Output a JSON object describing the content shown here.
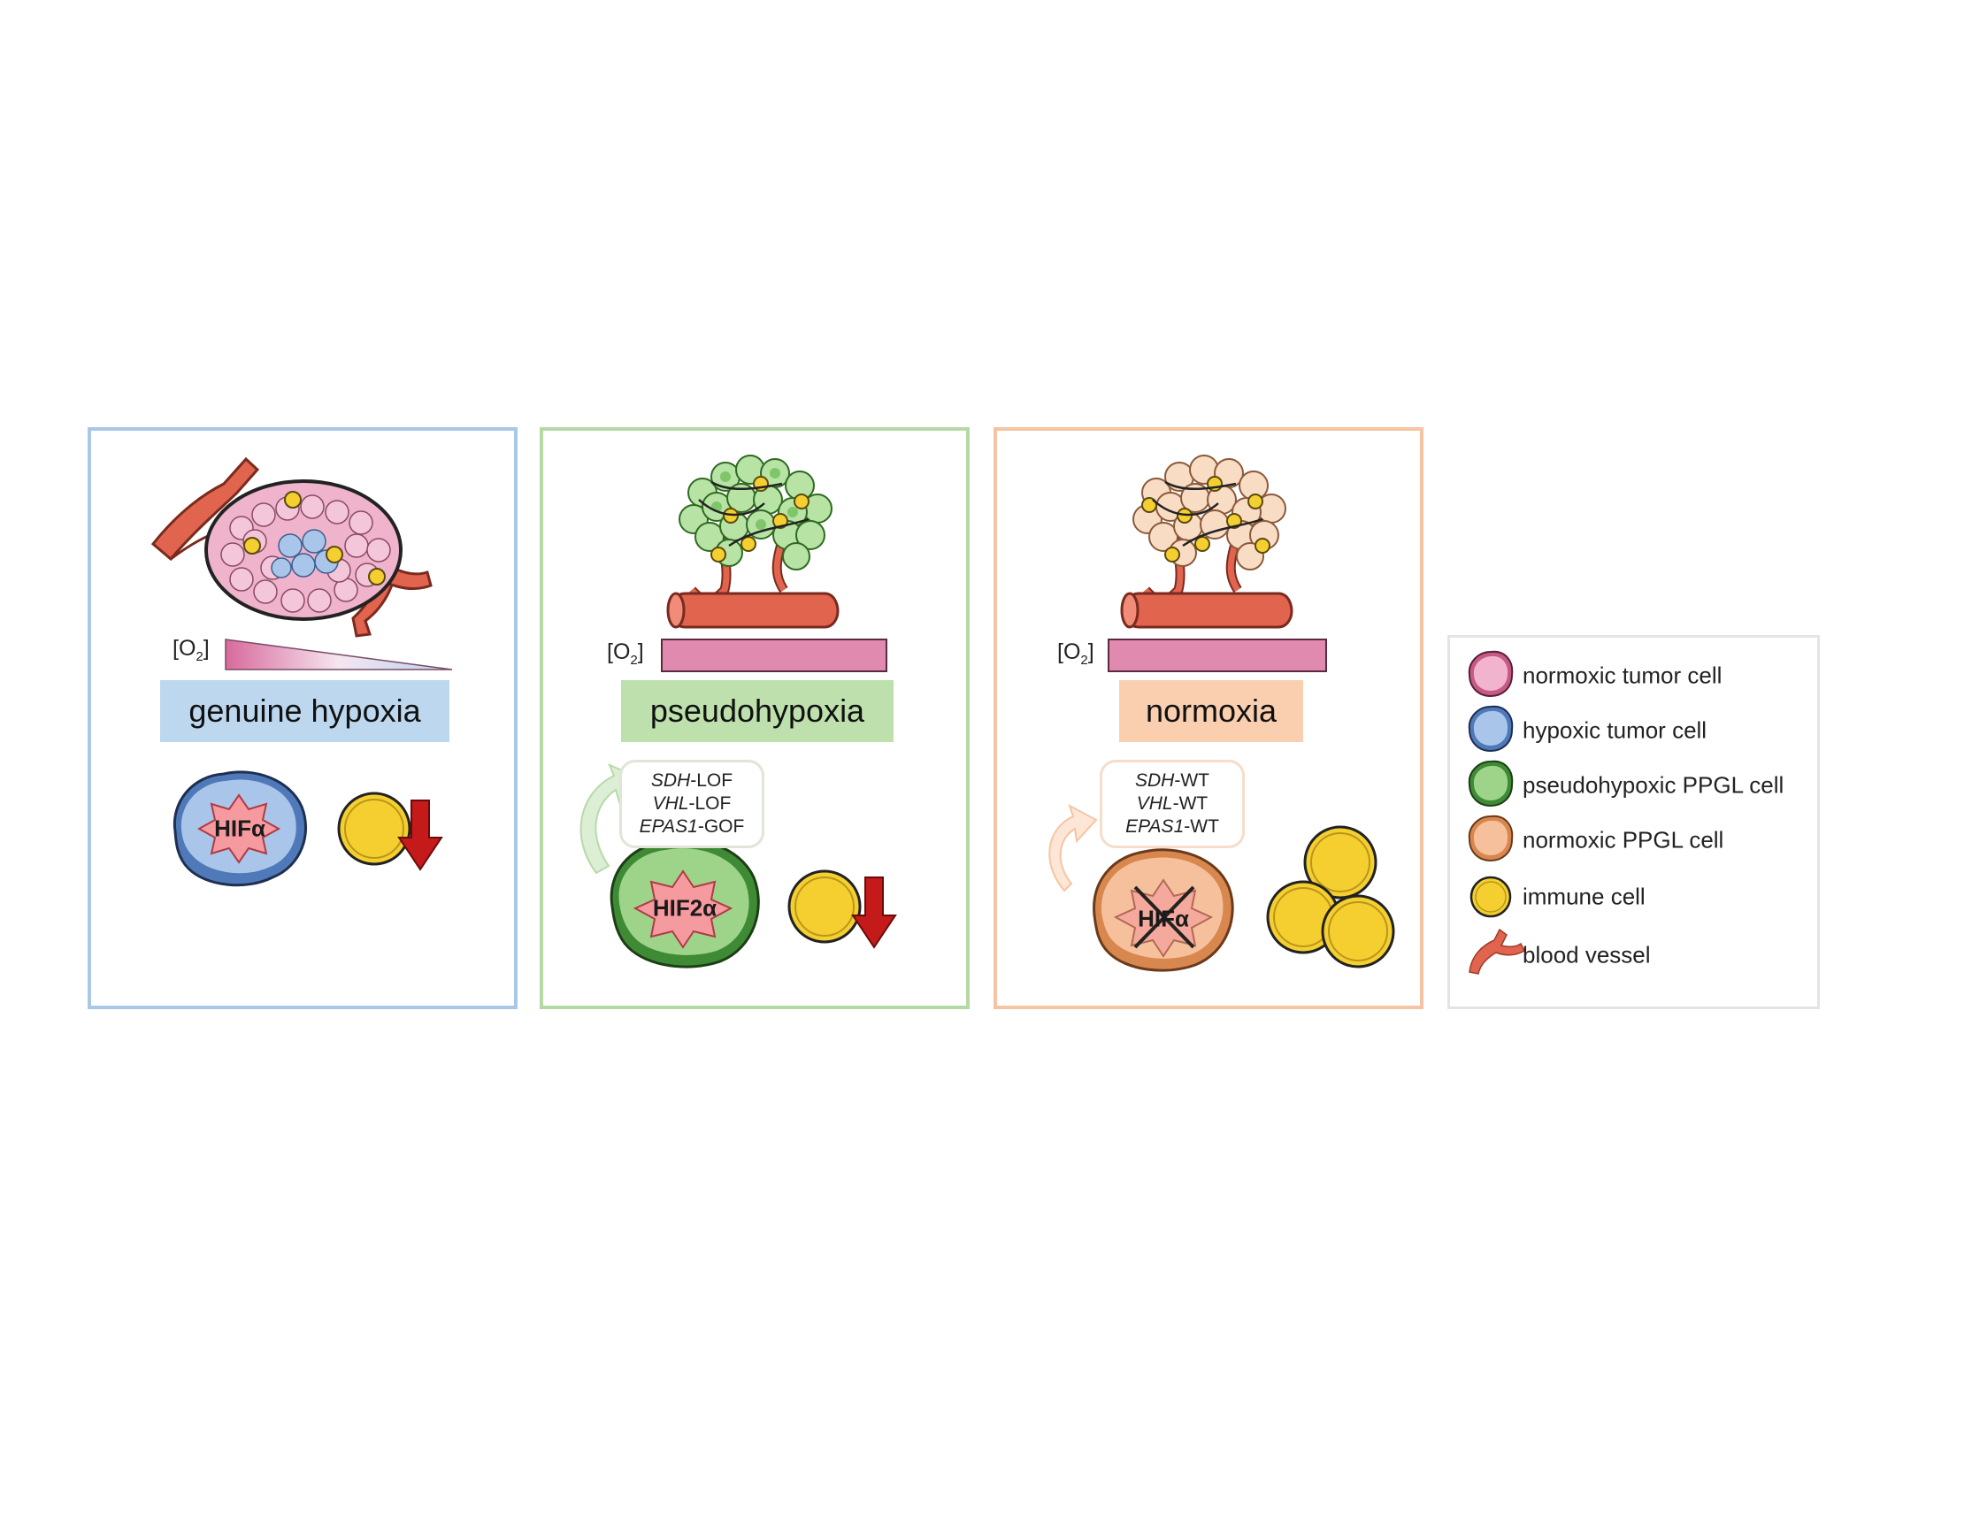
{
  "panels": {
    "genuine": {
      "o2_label": "[O",
      "o2_sub": "2",
      "o2_close": "]",
      "title": "genuine hypoxia",
      "hif_label": "HIFα",
      "banner_color": "#bcd7ee",
      "border_color": "#a9c8e8"
    },
    "pseudo": {
      "o2_label": "[O",
      "o2_sub": "2",
      "o2_close": "]",
      "title": "pseudohypoxia",
      "genes": [
        {
          "gene": "SDH",
          "suffix": "-LOF"
        },
        {
          "gene": "VHL",
          "suffix": "-LOF"
        },
        {
          "gene": "EPAS1",
          "suffix": "-GOF"
        }
      ],
      "hif_label": "HIF2α",
      "banner_color": "#bde0ad",
      "border_color": "#b5d9a5"
    },
    "normo": {
      "o2_label": "[O",
      "o2_sub": "2",
      "o2_close": "]",
      "title": "normoxia",
      "genes": [
        {
          "gene": "SDH",
          "suffix": "-WT"
        },
        {
          "gene": "VHL",
          "suffix": "-WT"
        },
        {
          "gene": "EPAS1",
          "suffix": "-WT"
        }
      ],
      "hif_label": "HIFα",
      "banner_color": "#f9cfb0",
      "border_color": "#f6c4a2"
    }
  },
  "legend": {
    "items": [
      {
        "label": "normoxic tumor cell",
        "icon": "pink-tumor-cell-icon",
        "color": "#f2b3cf"
      },
      {
        "label": "hypoxic tumor cell",
        "icon": "blue-tumor-cell-icon",
        "color": "#a9c6ea"
      },
      {
        "label": "pseudohypoxic PPGL cell",
        "icon": "green-ppgl-cell-icon",
        "color": "#9ed48a"
      },
      {
        "label": "normoxic PPGL cell",
        "icon": "orange-ppgl-cell-icon",
        "color": "#f6c09c"
      },
      {
        "label": "immune cell",
        "icon": "immune-cell-icon",
        "color": "#f5cf2f"
      },
      {
        "label": "blood vessel",
        "icon": "blood-vessel-icon",
        "color": "#e0644e"
      }
    ]
  },
  "colors": {
    "o2_bar": "#e18aaf",
    "vessel": "#e0644e",
    "immune": "#f5cf2f",
    "arrow_down": "#c41a1a",
    "hif_star": "#f59a9e"
  }
}
